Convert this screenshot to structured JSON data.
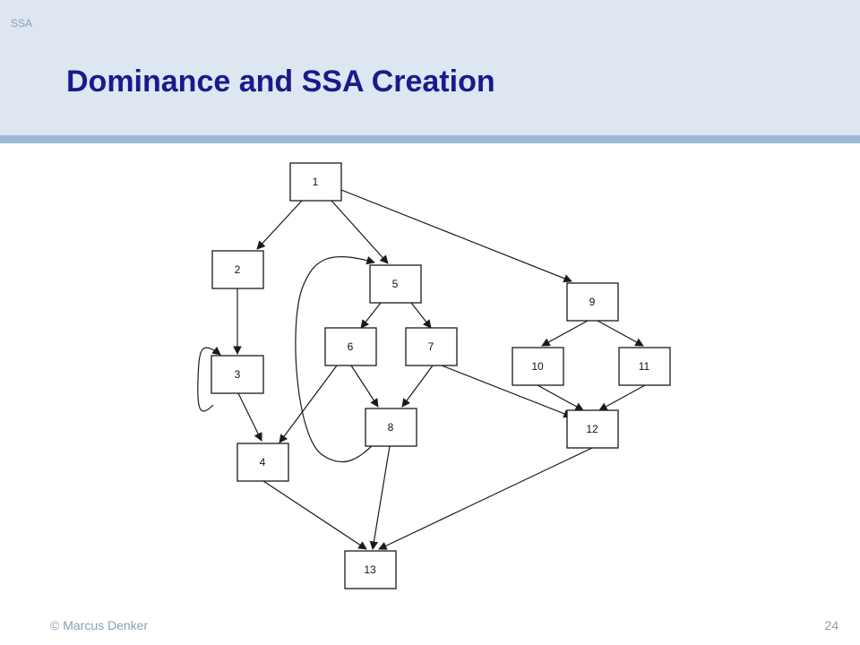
{
  "header": {
    "section": "SSA",
    "title": "Dominance and SSA Creation"
  },
  "diagram": {
    "nodes": [
      "1",
      "2",
      "3",
      "4",
      "5",
      "6",
      "7",
      "8",
      "9",
      "10",
      "11",
      "12",
      "13"
    ]
  },
  "footer": {
    "author": "© Marcus Denker",
    "page_number": "24"
  },
  "colors": {
    "header_bg": "#dde6f1",
    "header_rule": "#9cb7d9",
    "title": "#1a1a8c",
    "muted_text": "#8a9fb8"
  }
}
